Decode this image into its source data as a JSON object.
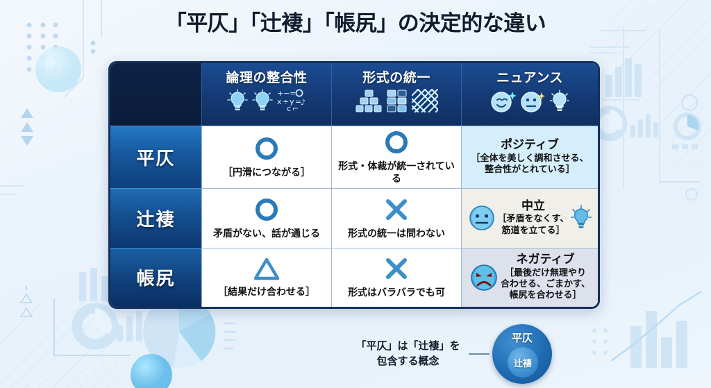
{
  "page": {
    "title": "「平仄」「辻褄」「帳尻」の決定的な違い"
  },
  "colors": {
    "accent_blue": "#2a7ab9",
    "header_navy": "#143a74",
    "frame_navy": "#16305e",
    "positive_bg": "#d4eefb",
    "neutral_bg": "#f0efe9",
    "negative_bg": "#dde1ec"
  },
  "table": {
    "columns": [
      {
        "label": "論理の整合性",
        "icons": [
          "lightbulb-icon",
          "lightbulb-icon",
          "math-symbols-icon"
        ]
      },
      {
        "label": "形式の統一",
        "icons": [
          "blocks-icon",
          "grid-squares-icon",
          "woven-pattern-icon"
        ]
      },
      {
        "label": "ニュアンス",
        "icons": [
          "smiley-face-icon",
          "neutral-face-icon",
          "lightbulb-icon"
        ]
      }
    ],
    "rows": [
      {
        "label": "平仄",
        "logic": {
          "mark": "circle",
          "text": "［円滑につながる］"
        },
        "format": {
          "mark": "circle",
          "text": "形式・体裁が統一されている"
        },
        "nuance": {
          "tone": "positive",
          "head": "ポジティブ",
          "body": "［全体を美しく調和させる、\n整合性がとれている］",
          "icons": []
        }
      },
      {
        "label": "辻褄",
        "logic": {
          "mark": "circle",
          "text": "矛盾がない、話が通じる"
        },
        "format": {
          "mark": "cross",
          "text": "形式の統一は問わない"
        },
        "nuance": {
          "tone": "neutral",
          "head": "中立",
          "body": "［矛盾をなくす、\n筋道を立てる］",
          "icons": [
            "neutral-face-icon",
            "lightbulb-icon"
          ]
        }
      },
      {
        "label": "帳尻",
        "logic": {
          "mark": "triangle",
          "text": "［結果だけ合わせる］"
        },
        "format": {
          "mark": "cross",
          "text": "形式はバラバラでも可"
        },
        "nuance": {
          "tone": "negative",
          "head": "ネガティブ",
          "body": "［最後だけ無理やり\n合わせる、ごまかす、\n帳尻を合わせる］",
          "icons": [
            "angry-face-icon"
          ]
        }
      }
    ]
  },
  "footer": {
    "caption": "「平仄」は「辻褄」を\n包含する概念",
    "venn": {
      "outer_label": "平仄",
      "inner_label": "辻褄"
    }
  }
}
